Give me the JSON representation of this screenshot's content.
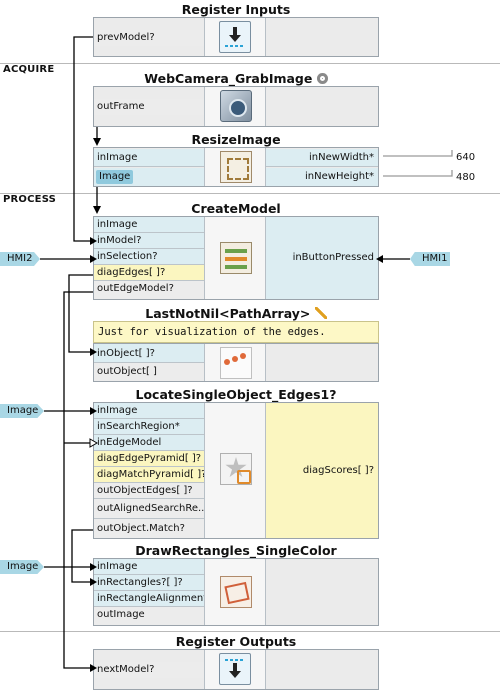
{
  "sections": {
    "acquire": "ACQUIRE",
    "process": "PROCESS"
  },
  "register_inputs": {
    "title": "Register Inputs",
    "port": "prevModel?"
  },
  "webcam": {
    "title": "WebCamera_GrabImage",
    "port": "outFrame",
    "icon": "gear-icon"
  },
  "resize": {
    "title": "ResizeImage",
    "in1": "inImage",
    "in2": "Image",
    "out1": "inNewWidth*",
    "out2": "inNewHeight*",
    "val1": "640",
    "val2": "480"
  },
  "create_model": {
    "title": "CreateModel",
    "ports": [
      "inImage",
      "inModel?",
      "inSelection?",
      "diagEdges[ ]?",
      "outEdgeModel?"
    ],
    "right_label": "inButtonPressed"
  },
  "last_not_nil": {
    "title": "LastNotNil<PathArray>",
    "note": "Just for visualization of the edges.",
    "ports": [
      "inObject[ ]?",
      "outObject[ ]"
    ]
  },
  "locate": {
    "title": "LocateSingleObject_Edges1?",
    "ports": [
      "inImage",
      "inSearchRegion*",
      "inEdgeModel",
      "diagEdgePyramid[ ]?",
      "diagMatchPyramid[ ]?",
      "outObjectEdges[ ]?",
      "outAlignedSearchRe...",
      "outObject.Match?"
    ],
    "right_label": "diagScores[ ]?"
  },
  "draw": {
    "title": "DrawRectangles_SingleColor",
    "ports": [
      "inImage",
      "inRectangles?[ ]?",
      "inRectangleAlignment*",
      "outImage"
    ]
  },
  "register_outputs": {
    "title": "Register Outputs",
    "port": "nextModel?"
  },
  "tags": {
    "hmi2": "HMI2",
    "hmi1": "HMI1",
    "image1": "Image",
    "image2": "Image"
  },
  "colors": {
    "input_port": "#dcedf2",
    "diag_port": "#fbf6c0",
    "tag": "#a9d7e5",
    "note": "#fdf8c6"
  }
}
